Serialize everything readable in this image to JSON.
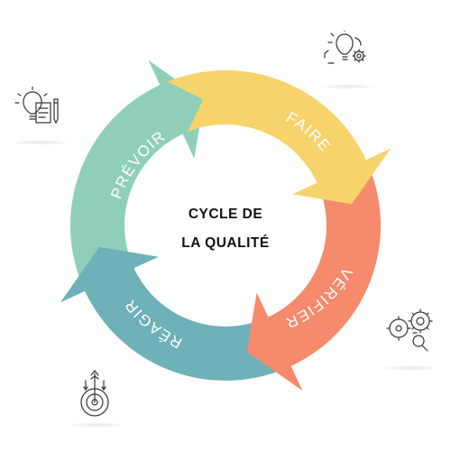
{
  "center_title": {
    "line1": "CYCLE DE",
    "line2": "LA QUALITÉ"
  },
  "segments": [
    {
      "label": "FAIRE",
      "color": "#f6d36b"
    },
    {
      "label": "VÉRIFIER",
      "color": "#f58a6c"
    },
    {
      "label": "RÉAGIR",
      "color": "#6eb1b8"
    },
    {
      "label": "PRÉVOIR",
      "color": "#8fcfb8"
    }
  ],
  "icons": [
    {
      "name": "lightbulb-gear-icon"
    },
    {
      "name": "lightbulb-notes-icon"
    },
    {
      "name": "gears-magnifier-icon"
    },
    {
      "name": "target-arrow-icon"
    }
  ]
}
